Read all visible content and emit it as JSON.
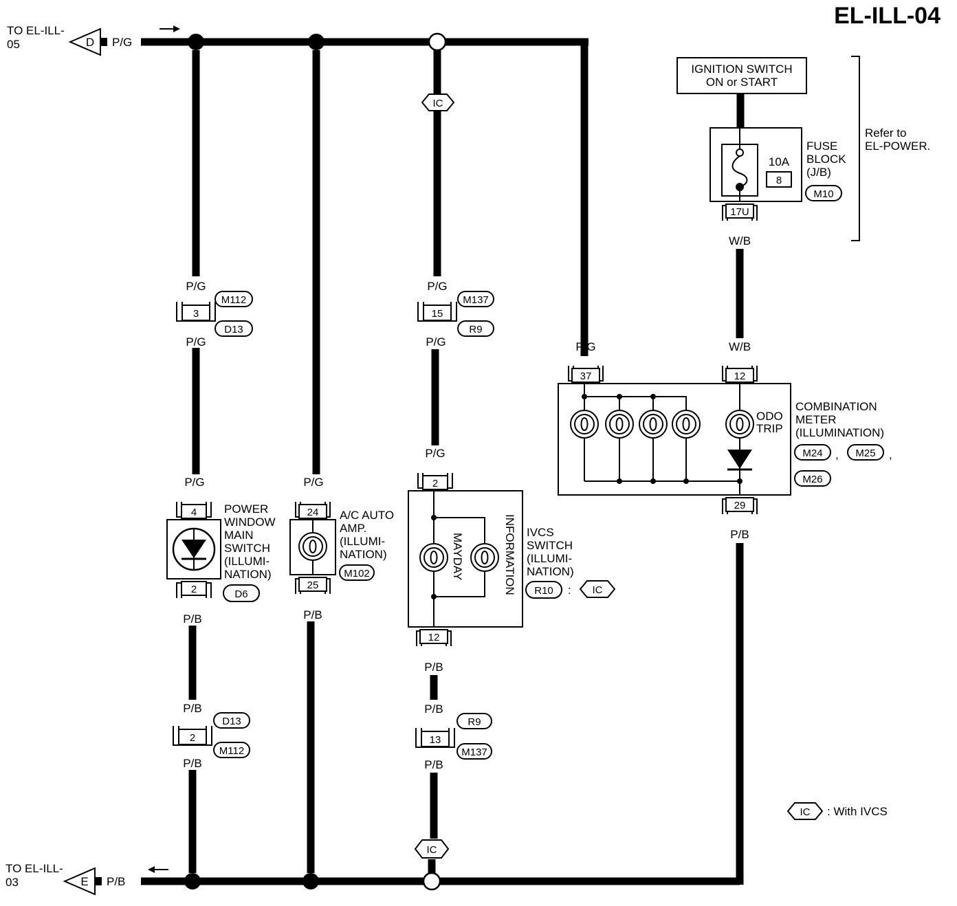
{
  "title": "EL-ILL-04",
  "offpage": {
    "d": {
      "to_line1": "TO EL-ILL-",
      "to_line2": "05",
      "letter": "D",
      "wire": "P/G"
    },
    "e": {
      "to_line1": "TO EL-ILL-",
      "to_line2": "03",
      "letter": "E",
      "wire": "P/B"
    }
  },
  "ic_tag": "IC",
  "legend_text": ": With IVCS",
  "ignition": {
    "line1": "IGNITION SWITCH",
    "line2": "ON or START"
  },
  "fuse": {
    "amp": "10A",
    "num": "8",
    "name1": "FUSE",
    "name2": "BLOCK",
    "name3": "(J/B)",
    "conn": "M10",
    "pin": "17U"
  },
  "refer": {
    "line1": "Refer to",
    "line2": "EL-POWER."
  },
  "connectors": {
    "j1": {
      "pin": "3",
      "wire_top": "P/G",
      "wire_bot": "P/G",
      "conn_a": "M112",
      "conn_b": "D13"
    },
    "j2": {
      "pin": "15",
      "wire_top": "P/G",
      "wire_bot": "P/G",
      "conn_a": "M137",
      "conn_b": "R9"
    },
    "j3": {
      "pin": "2",
      "wire_top": "P/B",
      "wire_bot": "P/B",
      "conn_a": "D13",
      "conn_b": "M112"
    },
    "j4": {
      "pin": "13",
      "wire_top": "P/B",
      "wire_bot": "P/B",
      "conn_a": "R9",
      "conn_b": "M137"
    }
  },
  "pw_switch": {
    "pin_top": "4",
    "pin_bot": "2",
    "wire_top": "P/G",
    "wire_bot": "P/B",
    "name1": "POWER",
    "name2": "WINDOW",
    "name3": "MAIN",
    "name4": "SWITCH",
    "name5": "(ILLUMI-",
    "name6": "NATION)",
    "conn": "D6"
  },
  "ac_amp": {
    "pin_top": "24",
    "pin_bot": "25",
    "wire_top": "P/G",
    "wire_bot": "P/B",
    "name1": "A/C AUTO",
    "name2": "AMP.",
    "name3": "(ILLUMI-",
    "name4": "NATION)",
    "conn": "M102"
  },
  "ivcs": {
    "pin_top": "2",
    "pin_bot": "12",
    "wire_top": "P/G",
    "wire_bot": "P/B",
    "lamp1": "MAYDAY",
    "lamp2": "INFORMATION",
    "name1": "IVCS",
    "name2": "SWITCH",
    "name3": "(ILLUMI-",
    "name4": "NATION)",
    "conn": "R10",
    "sep": ":"
  },
  "meter": {
    "pin_a": "37",
    "pin_b": "12",
    "pin_c": "29",
    "wire_a": "P/G",
    "wire_b": "W/B",
    "wire_c": "P/B",
    "wire_fuse": "W/B",
    "odo1": "ODO",
    "odo2": "TRIP",
    "name1": "COMBINATION",
    "name2": "METER",
    "name3": "(ILLUMINATION)",
    "conn_a": "M24",
    "conn_b": "M25",
    "conn_c": "M26",
    "comma": ","
  }
}
